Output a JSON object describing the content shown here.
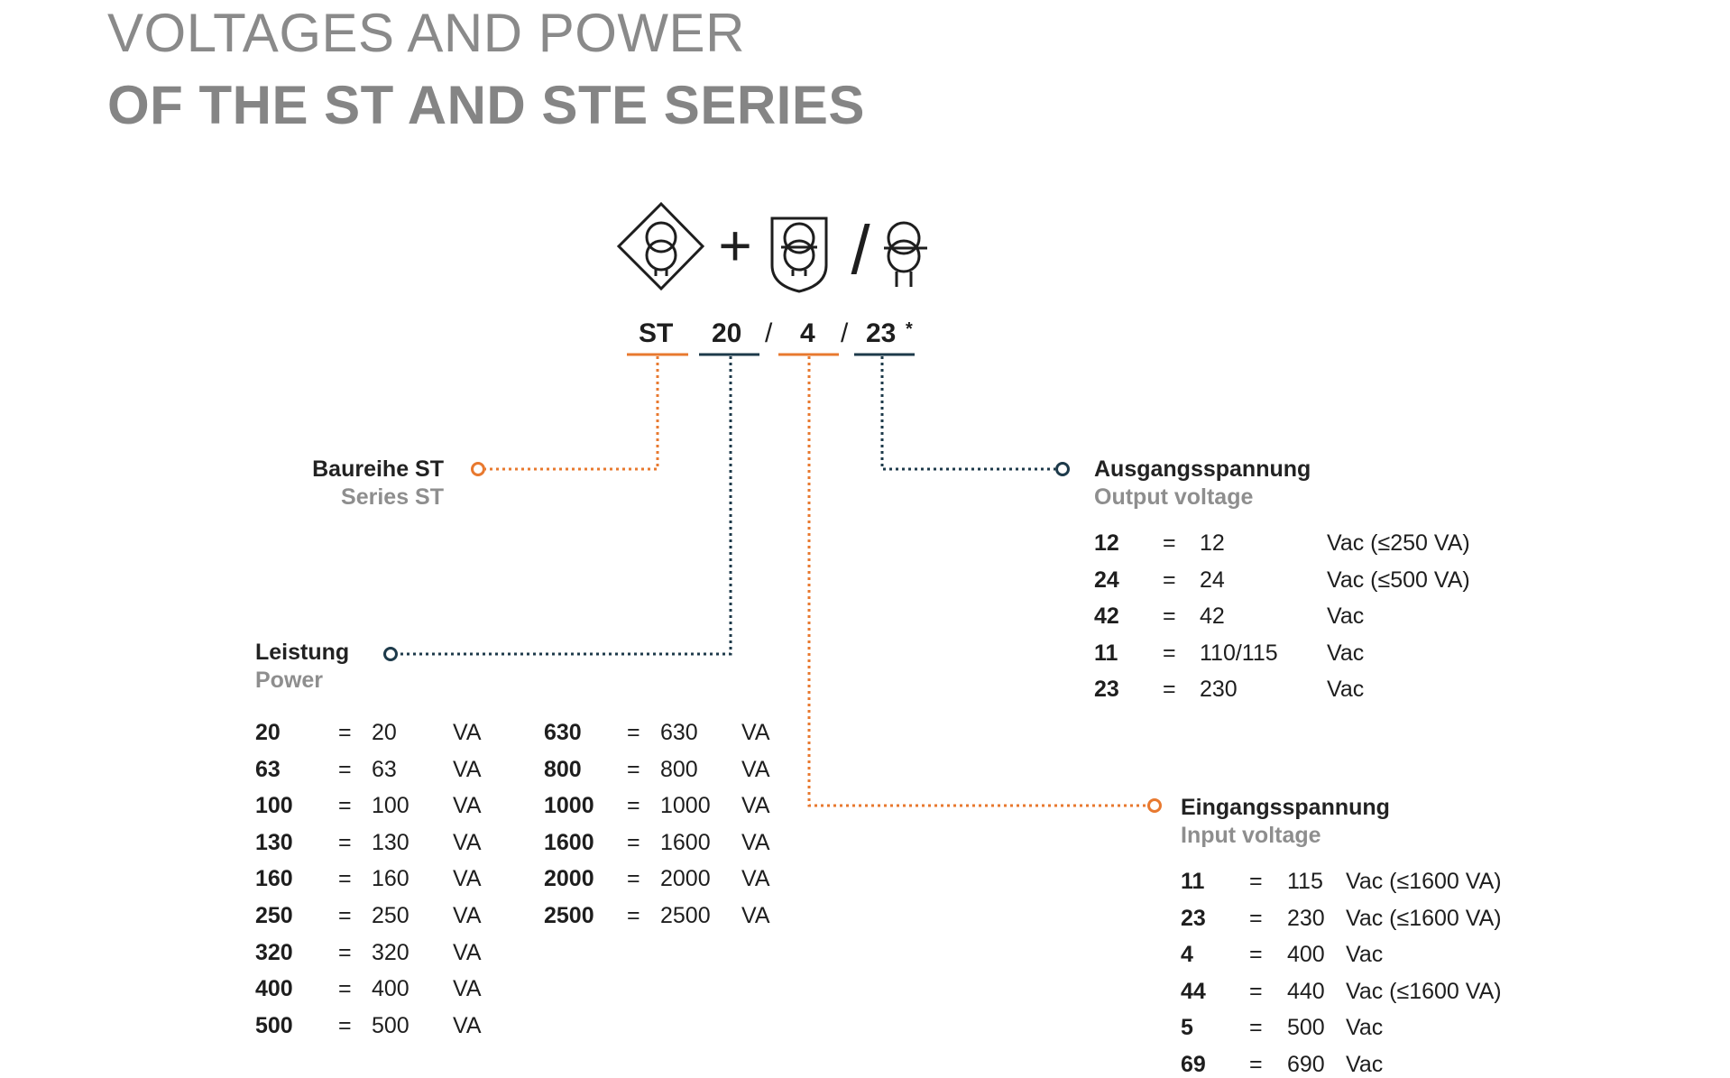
{
  "title": {
    "line1": "VOLTAGES AND POWER",
    "line2": "OF THE ST AND STE SERIES"
  },
  "symbols": {
    "plus": "+",
    "slash": "/"
  },
  "code": {
    "series": "ST",
    "power": "20",
    "sep1": "/",
    "input": "4",
    "sep2": "/",
    "output": "23",
    "asterisk": "*"
  },
  "colors": {
    "orange": "#e8792f",
    "navy": "#1d3a4a",
    "title_gray": "#8a8a8a"
  },
  "series": {
    "label_de": "Baureihe ST",
    "label_en": "Series ST"
  },
  "power": {
    "label_de": "Leistung",
    "label_en": "Power",
    "eq": "=",
    "unit": "VA",
    "col1": [
      {
        "code": "20",
        "value": "20"
      },
      {
        "code": "63",
        "value": "63"
      },
      {
        "code": "100",
        "value": "100"
      },
      {
        "code": "130",
        "value": "130"
      },
      {
        "code": "160",
        "value": "160"
      },
      {
        "code": "250",
        "value": "250"
      },
      {
        "code": "320",
        "value": "320"
      },
      {
        "code": "400",
        "value": "400"
      },
      {
        "code": "500",
        "value": "500"
      }
    ],
    "col2": [
      {
        "code": "630",
        "value": "630"
      },
      {
        "code": "800",
        "value": "800"
      },
      {
        "code": "1000",
        "value": "1000"
      },
      {
        "code": "1600",
        "value": "1600"
      },
      {
        "code": "2000",
        "value": "2000"
      },
      {
        "code": "2500",
        "value": "2500"
      }
    ]
  },
  "output_voltage": {
    "label_de": "Ausgangsspannung",
    "label_en": "Output voltage",
    "eq": "=",
    "rows": [
      {
        "code": "12",
        "value": "12",
        "unit": "Vac (≤250 VA)"
      },
      {
        "code": "24",
        "value": "24",
        "unit": "Vac (≤500 VA)"
      },
      {
        "code": "42",
        "value": "42",
        "unit": "Vac"
      },
      {
        "code": "11",
        "value": "110/115",
        "unit": "Vac"
      },
      {
        "code": "23",
        "value": "230",
        "unit": "Vac"
      }
    ]
  },
  "input_voltage": {
    "label_de": "Eingangsspannung",
    "label_en": "Input voltage",
    "eq": "=",
    "rows": [
      {
        "code": "11",
        "value": "115",
        "unit": "Vac (≤1600 VA)"
      },
      {
        "code": "23",
        "value": "230",
        "unit": "Vac (≤1600 VA)"
      },
      {
        "code": "4",
        "value": "400",
        "unit": "Vac"
      },
      {
        "code": "44",
        "value": "440",
        "unit": "Vac (≤1600 VA)"
      },
      {
        "code": "5",
        "value": "500",
        "unit": "Vac"
      },
      {
        "code": "69",
        "value": "690",
        "unit": "Vac"
      }
    ]
  }
}
